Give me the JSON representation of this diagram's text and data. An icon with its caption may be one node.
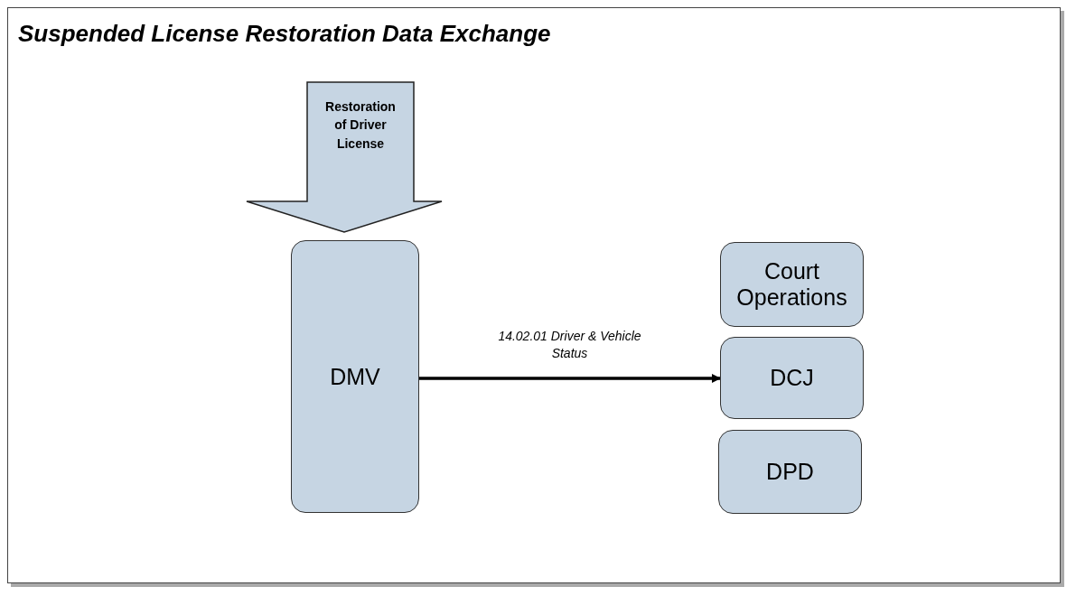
{
  "diagram": {
    "title": "Suspended License Restoration Data Exchange",
    "nodes": [
      {
        "text": [
          "Restoration of Driver License"
        ]
      },
      {
        "text": [
          "DMV"
        ]
      },
      {
        "text": [
          "Court Operations"
        ]
      },
      {
        "text": [
          "DCJ"
        ]
      },
      {
        "text": [
          "DPD"
        ]
      }
    ],
    "edges": [
      {
        "from": 1,
        "to": 3,
        "arrow": "to",
        "label": "14.02.01 Driver & Vehicle Status"
      }
    ]
  }
}
